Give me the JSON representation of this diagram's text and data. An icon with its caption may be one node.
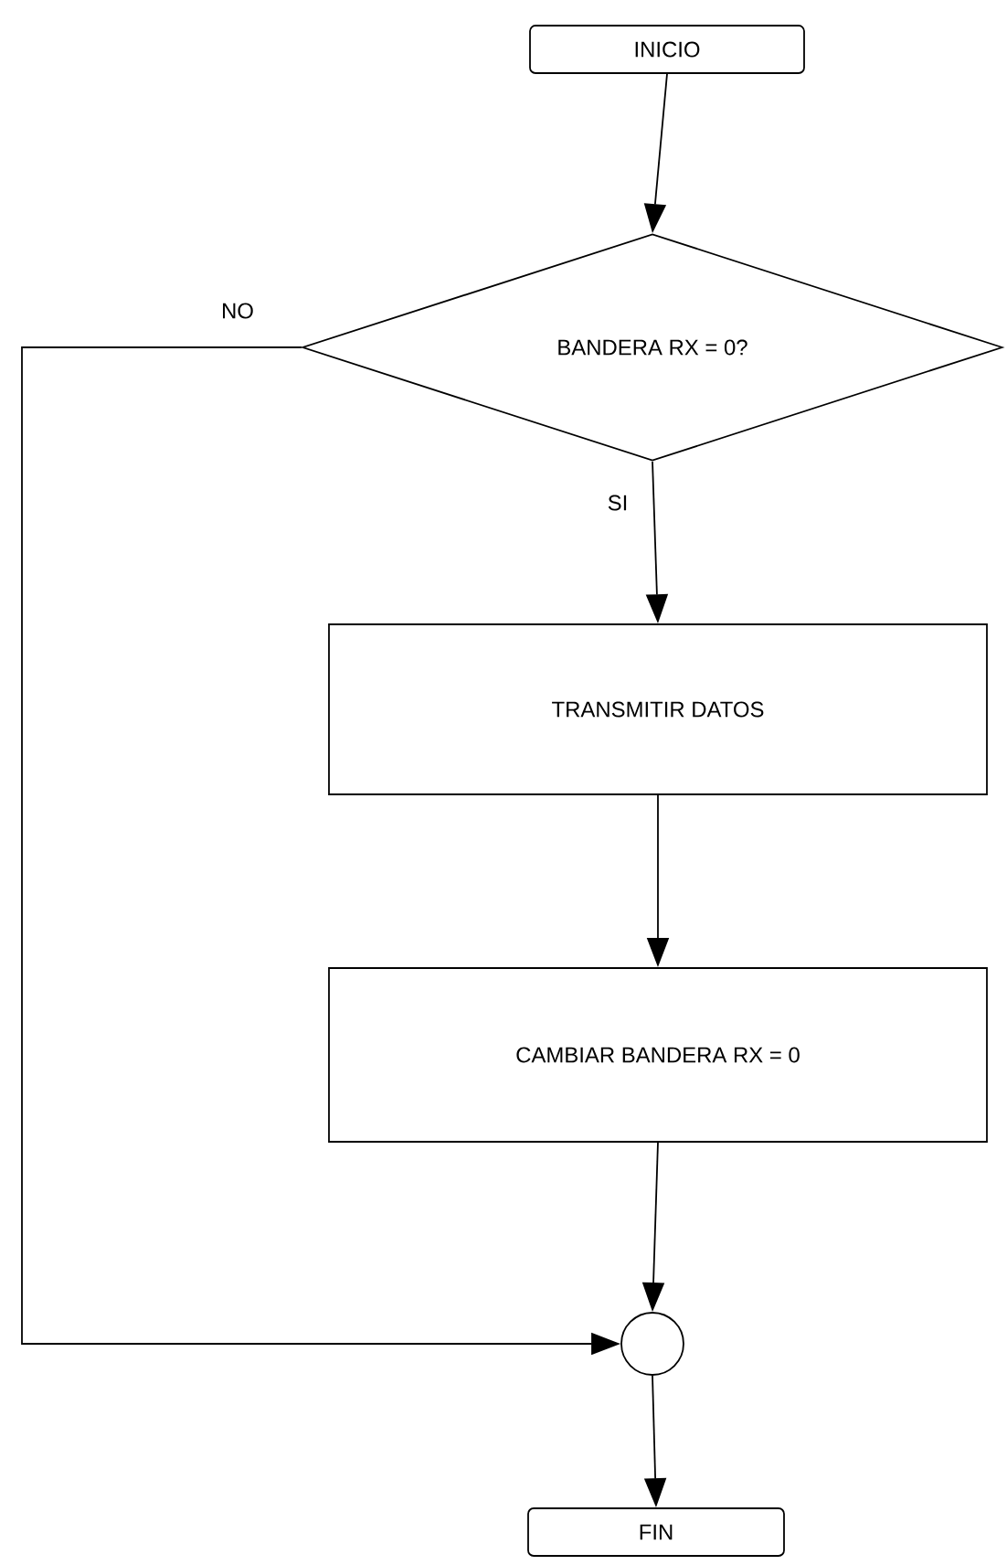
{
  "diagram": {
    "nodes": [
      {
        "text": [
          "INICIO"
        ]
      },
      {
        "text": [
          "BANDERA RX = 0?"
        ]
      },
      {
        "text": [
          "TRANSMITIR DATOS"
        ]
      },
      {
        "text": [
          "CAMBIAR BANDERA RX = 0"
        ]
      },
      {
        "text": [],
        "shape": "circle"
      },
      {
        "text": [
          "FIN"
        ]
      }
    ],
    "edges": [
      {
        "from": 0,
        "to": 1,
        "arrow": "to"
      },
      {
        "from": 1,
        "to": 2,
        "arrow": "to",
        "label": "SI"
      },
      {
        "from": 2,
        "to": 3,
        "arrow": "to"
      },
      {
        "from": 3,
        "to": 4,
        "arrow": "to"
      },
      {
        "from": 1,
        "to": 4,
        "arrow": "to",
        "label": "NO"
      },
      {
        "from": 4,
        "to": 5,
        "arrow": "to"
      }
    ]
  }
}
